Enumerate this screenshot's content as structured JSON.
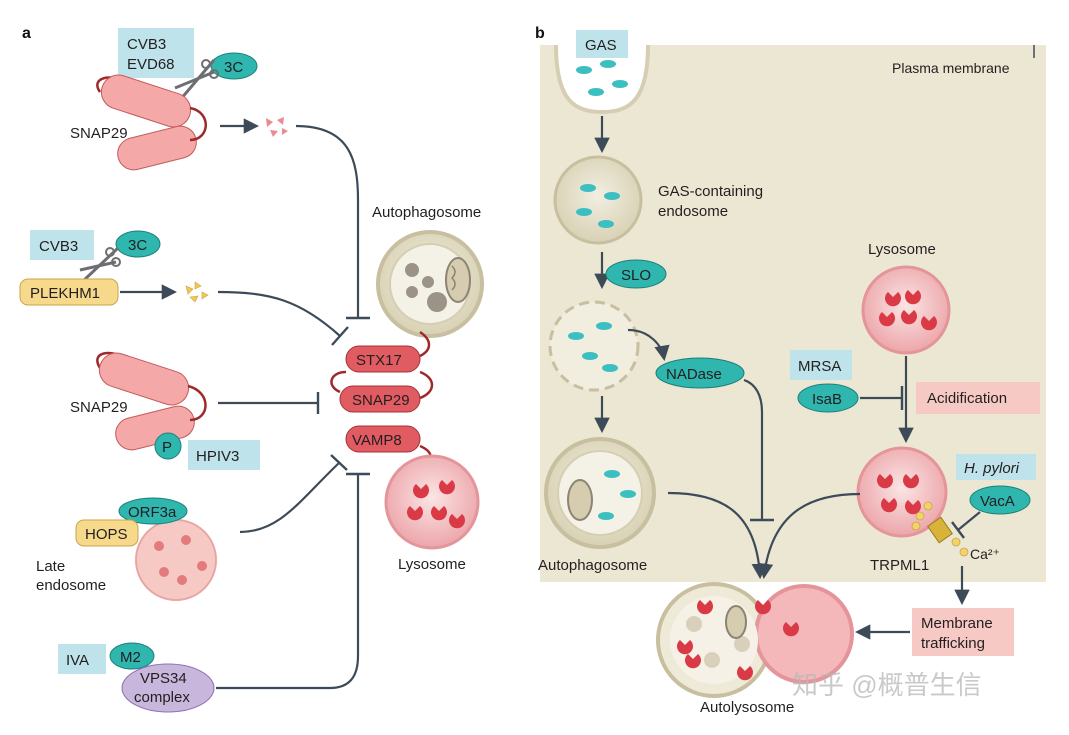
{
  "panel_a": {
    "label": "a",
    "pathogen_1": [
      "CVB3",
      "EVD68"
    ],
    "protease_1": "3C",
    "snap29_top": "SNAP29",
    "pathogen_2": "CVB3",
    "protease_2": "3C",
    "plekhm1": "PLEKHM1",
    "snap29_mid": "SNAP29",
    "phospho": "P",
    "pathogen_3": "HPIV3",
    "orf3a": "ORF3a",
    "hops": "HOPS",
    "late_endosome": [
      "Late",
      "endosome"
    ],
    "pathogen_4": "IVA",
    "m2": "M2",
    "vps34": [
      "VPS34",
      "complex"
    ],
    "autophagosome": "Autophagosome",
    "lysosome": "Lysosome",
    "snare": [
      "STX17",
      "SNAP29",
      "VAMP8"
    ]
  },
  "panel_b": {
    "label": "b",
    "gas": "GAS",
    "plasma_membrane": "Plasma membrane",
    "gas_endosome": [
      "GAS-containing",
      "endosome"
    ],
    "slo": "SLO",
    "nadase": "NADase",
    "autophagosome": "Autophagosome",
    "lysosome": "Lysosome",
    "mrsa": "MRSA",
    "isab": "IsaB",
    "acidification": "Acidification",
    "h_pylori": "H. pylori",
    "vaca": "VacA",
    "trpml1": "TRPML1",
    "calcium": "Ca²⁺",
    "membrane_trafficking": [
      "Membrane",
      "trafficking"
    ],
    "autolysosome": "Autolysosome"
  },
  "watermark": "知乎 @概普生信",
  "colors": {
    "pathogen_box": "#bfe3ea",
    "teal": "#2fb6ae",
    "yellow_box": "#f7d98c",
    "purple": "#c8b6dc",
    "snare_red": "#e05c62",
    "pink_box": "#f6c9c4",
    "beige": "#ece7d3",
    "lysosome": "#f3c3c5"
  }
}
